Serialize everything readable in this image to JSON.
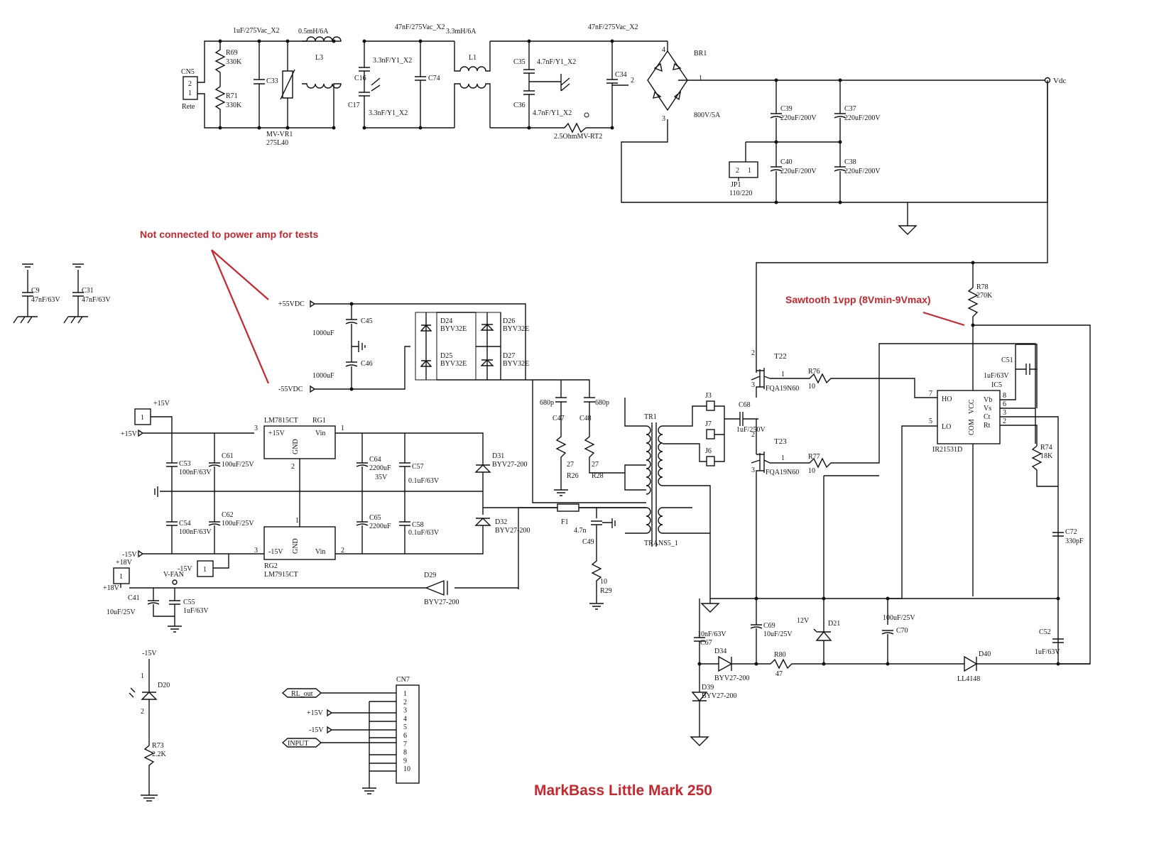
{
  "annotations": {
    "not_connected": "Not connected to power amp for tests",
    "sawtooth": "Sawtooth 1vpp (8Vmin-9Vmax)",
    "title": "MarkBass Little Mark 250",
    "color": "#c8262d"
  },
  "input_filter": {
    "cn5": "CN5",
    "cn5_pin2": "2",
    "cn5_pin1": "1",
    "rete": "Rete",
    "c_top1": "1uF/275Vac_X2",
    "l3_val": "0.5mH/6A",
    "l3": "L3",
    "c_top2": "47nF/275Vac_X2",
    "l1_val": "3.3mH/6A",
    "l1": "L1",
    "c_top3": "47nF/275Vac_X2",
    "r69": "R69",
    "r69_val": "330K",
    "r71": "R71",
    "r71_val": "330K",
    "c33": "C33",
    "mvvr1": "MV-VR1",
    "mvvr1_val": "275L40",
    "c16": "C16",
    "c16_val": "3.3nF/Y1_X2",
    "c17": "C17",
    "c17_val": "3.3nF/Y1_X2",
    "c74": "C74",
    "c35": "C35",
    "c35_val": "4.7nF/Y1_X2",
    "c36": "C36",
    "c36_val": "4.7nF/Y1_X2",
    "c34": "C34",
    "rt2": "2.5OhmMV-RT2"
  },
  "rectifier": {
    "br1": "BR1",
    "br1_val": "800V/5A",
    "pin4": "4",
    "pin2": "2",
    "pin1": "1",
    "pin3": "3",
    "vdc": "Vdc",
    "c39": "C39",
    "c39_val": "220uF/200V",
    "c37": "C37",
    "c37_val": "220uF/200V",
    "c40": "C40",
    "c40_val": "220uF/200V",
    "c38": "C38",
    "c38_val": "220uF/200V",
    "jp1": "JP1",
    "jp1_val": "110/220",
    "jp1_p2": "2",
    "jp1_p1": "1"
  },
  "misc_caps": {
    "c9": "C9",
    "c9_val": "47nF/63V",
    "c31": "C31",
    "c31_val": "47nF/63V"
  },
  "secondary": {
    "p55": "+55VDC",
    "n55": "-55VDC",
    "c45": "C45",
    "c45_val": "1000uF",
    "c46": "C46",
    "c46_val": "1000uF",
    "d24": "D24",
    "d24_val": "BYV32E",
    "d26": "D26",
    "d26_val": "BYV32E",
    "d25": "D25",
    "d25_val": "BYV32E",
    "d27": "D27",
    "d27_val": "BYV32E",
    "c47": "C47",
    "c47_val": "680p",
    "c48": "C48",
    "c48_val": "680p",
    "r26": "R26",
    "r26_val": "27",
    "r28": "R28",
    "r28_val": "27"
  },
  "regulators": {
    "p15_top": "+15V",
    "p15": "+15V",
    "n15": "-15V",
    "n15b": "-15V",
    "p18": "+18V",
    "p18b": "+18V",
    "vfan": "V-FAN",
    "conn1": "1",
    "conn2": "1",
    "conn3": "1",
    "rg1": "RG1",
    "rg1_part": "LM7815CT",
    "rg1_out": "+15V",
    "rg1_in": "Vin",
    "rg1_gnd": "GND",
    "rg2": "RG2",
    "rg2_part": "LM7915CT",
    "rg2_out": "-15V",
    "rg2_in": "Vin",
    "rg2_gnd": "GND",
    "pin3a": "3",
    "pin1a": "1",
    "pin2a": "2",
    "pin1b": "1",
    "pin3b": "3",
    "pin2b": "2",
    "c53": "C53",
    "c53_val": "100nF/63V",
    "c61": "C61",
    "c61_val": "100uF/25V",
    "c54": "C54",
    "c54_val": "100nF/63V",
    "c62": "C62",
    "c62_val": "100uF/25V",
    "c64": "C64",
    "c64_val": "2200uF",
    "c64_v": "35V",
    "c57": "C57",
    "c57_val": "0.1uF/63V",
    "c65": "C65",
    "c65_val": "2200uF",
    "c58": "C58",
    "c58_val": "0.1uF/63V",
    "d31": "D31",
    "d31_val": "BYV27-200",
    "d32": "D32",
    "d32_val": "BYV27-200",
    "d29": "D29",
    "d29_val": "BYV27-200",
    "f1": "F1",
    "c49": "C49",
    "c49_val": "4.7n",
    "r29": "R29",
    "r29_val": "10",
    "c41": "C41",
    "c41_val": "10uF/25V",
    "c55": "C55",
    "c55_val": "1uF/63V"
  },
  "transformer": {
    "tr1": "TR1",
    "trans": "TRANS5_1",
    "j3": "J3",
    "j7": "J7",
    "j6": "J6",
    "c68": "C68",
    "c68_val": "1uF/250V"
  },
  "driver": {
    "t22": "T22",
    "t22_val": "FQA19N60",
    "t23": "T23",
    "t23_val": "FQA19N60",
    "g_pin": "1",
    "d_pin": "2",
    "s_pin": "3",
    "r76": "R76",
    "r76_val": "10",
    "r77": "R77",
    "r77_val": "10",
    "r78": "R78",
    "r78_val": "270K",
    "c51": "C51",
    "c51_val": "1uF/63V",
    "ic5": "IC5",
    "ic5_part": "IR21531D",
    "ho": "HO",
    "lo": "LO",
    "com": "COM",
    "vcc": "VCC",
    "vb": "Vb",
    "vs": "Vs",
    "ct": "Ct",
    "rt": "Rt",
    "p7": "7",
    "p5": "5",
    "p8": "8",
    "p6": "6",
    "p3": "3",
    "p2": "2",
    "r74": "R74",
    "r74_val": "18K",
    "c72": "C72",
    "c72_val": "330pF",
    "c69": "C69",
    "c69_val": "10uF/25V",
    "c67": "C67",
    "c67_val": "10nF/63V",
    "z12": "12V",
    "d21": "D21",
    "c70": "C70",
    "c70_val": "100uF/25V",
    "c52": "C52",
    "c52_val": "1uF/63V",
    "d34": "D34",
    "d34_val": "BYV27-200",
    "d39": "D39",
    "d39_val": "BYV27-200",
    "r80": "R80",
    "r80_val": "47",
    "d40": "D40",
    "d40_val": "LL4148"
  },
  "led": {
    "n15": "-15V",
    "d20": "D20",
    "p1": "1",
    "p2": "2",
    "r73": "R73",
    "r73_val": "2.2K"
  },
  "cn7": {
    "name": "CN7",
    "rl_out": "RL_out",
    "p15": "+15V",
    "n15": "-15V",
    "input": "INPUT",
    "pins": [
      "1",
      "2",
      "3",
      "4",
      "5",
      "6",
      "7",
      "8",
      "9",
      "10"
    ]
  }
}
